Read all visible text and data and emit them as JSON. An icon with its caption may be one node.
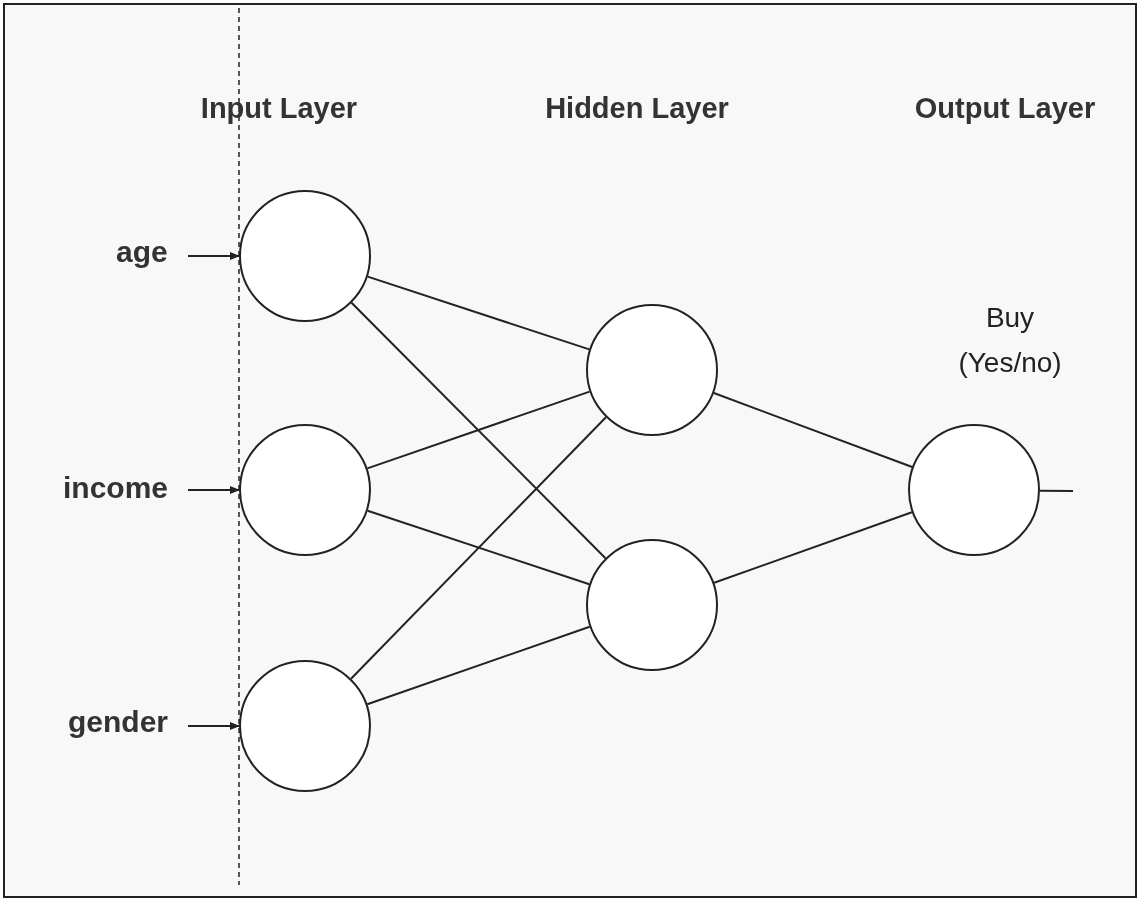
{
  "diagram": {
    "nodes": [
      {
        "text": [
          "age"
        ]
      },
      {
        "text": [
          "income"
        ]
      },
      {
        "text": [
          "gender"
        ]
      },
      {
        "text": [],
        "shape": "circle"
      },
      {
        "text": [],
        "shape": "circle"
      },
      {
        "text": [],
        "shape": "circle"
      },
      {
        "text": [],
        "shape": "circle"
      },
      {
        "text": [],
        "shape": "circle"
      },
      {
        "text": [],
        "shape": "circle",
        "beside": [
          "Buy (Yes/no)"
        ]
      }
    ],
    "edges": [
      {
        "from": 0,
        "to": 3,
        "arrow": "to"
      },
      {
        "from": 1,
        "to": 4,
        "arrow": "to"
      },
      {
        "from": 2,
        "to": 5,
        "arrow": "to"
      },
      {
        "from": 3,
        "to": 6,
        "arrow": "none"
      },
      {
        "from": 3,
        "to": 7,
        "arrow": "none"
      },
      {
        "from": 4,
        "to": 6,
        "arrow": "none"
      },
      {
        "from": 4,
        "to": 7,
        "arrow": "none"
      },
      {
        "from": 5,
        "to": 6,
        "arrow": "none"
      },
      {
        "from": 5,
        "to": 7,
        "arrow": "none"
      },
      {
        "from": 6,
        "to": 8,
        "arrow": "none"
      },
      {
        "from": 7,
        "to": 8,
        "arrow": "none"
      },
      {
        "from": 8,
        "to": null,
        "arrow": "none"
      }
    ],
    "labels": [
      "Input Layer",
      "Hidden Layer",
      "Output Layer"
    ]
  }
}
